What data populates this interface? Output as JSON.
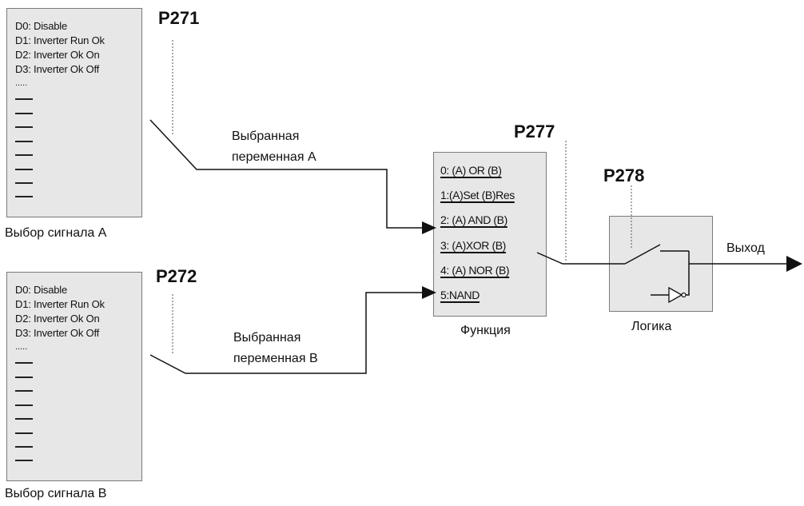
{
  "selector_a": {
    "options": [
      "D0: Disable",
      "D1: Inverter Run Ok",
      "D2: Inverter Ok On",
      "D3: Inverter Ok Off"
    ],
    "ellipsis": ".....",
    "caption": "Выбор сигнала А"
  },
  "selector_b": {
    "options": [
      "D0: Disable",
      "D1: Inverter Run Ok",
      "D2: Inverter Ok On",
      "D3: Inverter Ok Off"
    ],
    "ellipsis": ".....",
    "caption": "Выбор сигнала В"
  },
  "params": {
    "p271": "P271",
    "p272": "P272",
    "p277": "P277",
    "p278": "P278"
  },
  "wires": {
    "var_a_line1": "Выбранная",
    "var_a_line2": "переменная А",
    "var_b_line1": "Выбранная",
    "var_b_line2": "переменная В",
    "output": "Выход"
  },
  "function_block": {
    "caption": "Функция",
    "items": [
      "0: (A) OR (B)",
      "1:(A)Set (B)Res",
      "2: (A) AND (B)",
      "3: (A)XOR (B)",
      "4: (A) NOR (B)",
      "5:NAND"
    ]
  },
  "logic_block": {
    "caption": "Логика"
  }
}
